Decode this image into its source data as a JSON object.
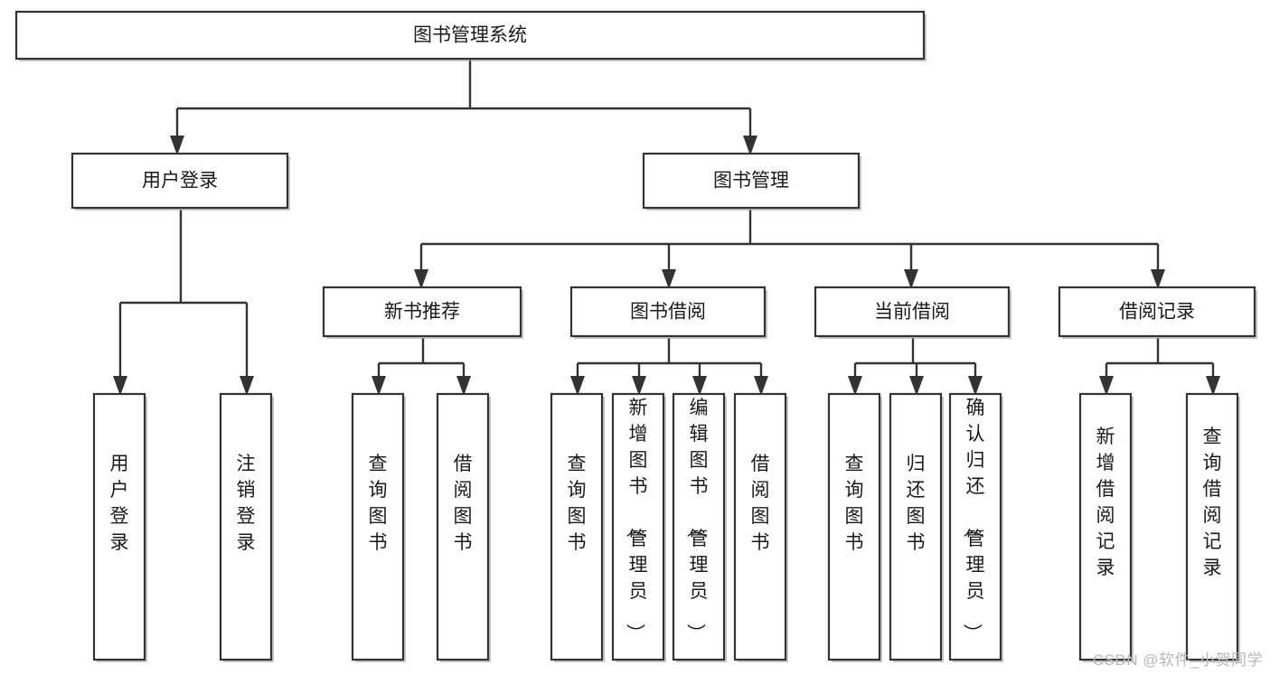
{
  "diagram": {
    "title": "图书管理系统",
    "type": "hierarchy-tree",
    "watermark": "CSDN @软件_小贺同学",
    "colors": {
      "box_fill": "#ffffff",
      "box_stroke": "#333333",
      "text": "#1a1a1a",
      "background": "#ffffff",
      "watermark": "#b8b8b8"
    },
    "nodes": {
      "root": {
        "label": "图书管理系统",
        "level": 0
      },
      "level1": [
        {
          "id": "user-login",
          "label": "用户登录"
        },
        {
          "id": "book-management",
          "label": "图书管理"
        }
      ],
      "level2": [
        {
          "id": "new-book-recommend",
          "label": "新书推荐",
          "parent": "book-management"
        },
        {
          "id": "book-borrow",
          "label": "图书借阅",
          "parent": "book-management"
        },
        {
          "id": "current-borrow",
          "label": "当前借阅",
          "parent": "book-management"
        },
        {
          "id": "borrow-record",
          "label": "借阅记录",
          "parent": "book-management"
        }
      ],
      "leaves": {
        "user-login": [
          {
            "id": "leaf-user-login",
            "label": "用户登录"
          },
          {
            "id": "leaf-logout-login",
            "label": "注销登录"
          }
        ],
        "new-book-recommend": [
          {
            "id": "leaf-query-book-1",
            "label": "查询图书"
          },
          {
            "id": "leaf-borrow-book-1",
            "label": "借阅图书"
          }
        ],
        "book-borrow": [
          {
            "id": "leaf-query-book-2",
            "label": "查询图书"
          },
          {
            "id": "leaf-add-book",
            "label": "新增图书（管理员）"
          },
          {
            "id": "leaf-edit-book",
            "label": "编辑图书（管理员）"
          },
          {
            "id": "leaf-borrow-book-2",
            "label": "借阅图书"
          }
        ],
        "current-borrow": [
          {
            "id": "leaf-query-book-3",
            "label": "查询图书"
          },
          {
            "id": "leaf-return-book",
            "label": "归还图书"
          },
          {
            "id": "leaf-confirm-return",
            "label": "确认归还（管理员）"
          }
        ],
        "borrow-record": [
          {
            "id": "leaf-add-record",
            "label": "新增借阅记录"
          },
          {
            "id": "leaf-query-record",
            "label": "查询借阅记录"
          }
        ]
      }
    }
  }
}
